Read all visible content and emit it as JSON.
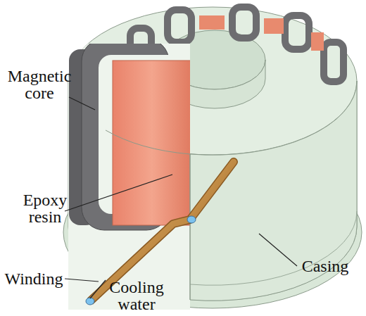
{
  "diagram": {
    "labels": [
      "Magnetic core",
      "Epoxy resin",
      "Winding",
      "Cooling water",
      "Casing"
    ]
  }
}
